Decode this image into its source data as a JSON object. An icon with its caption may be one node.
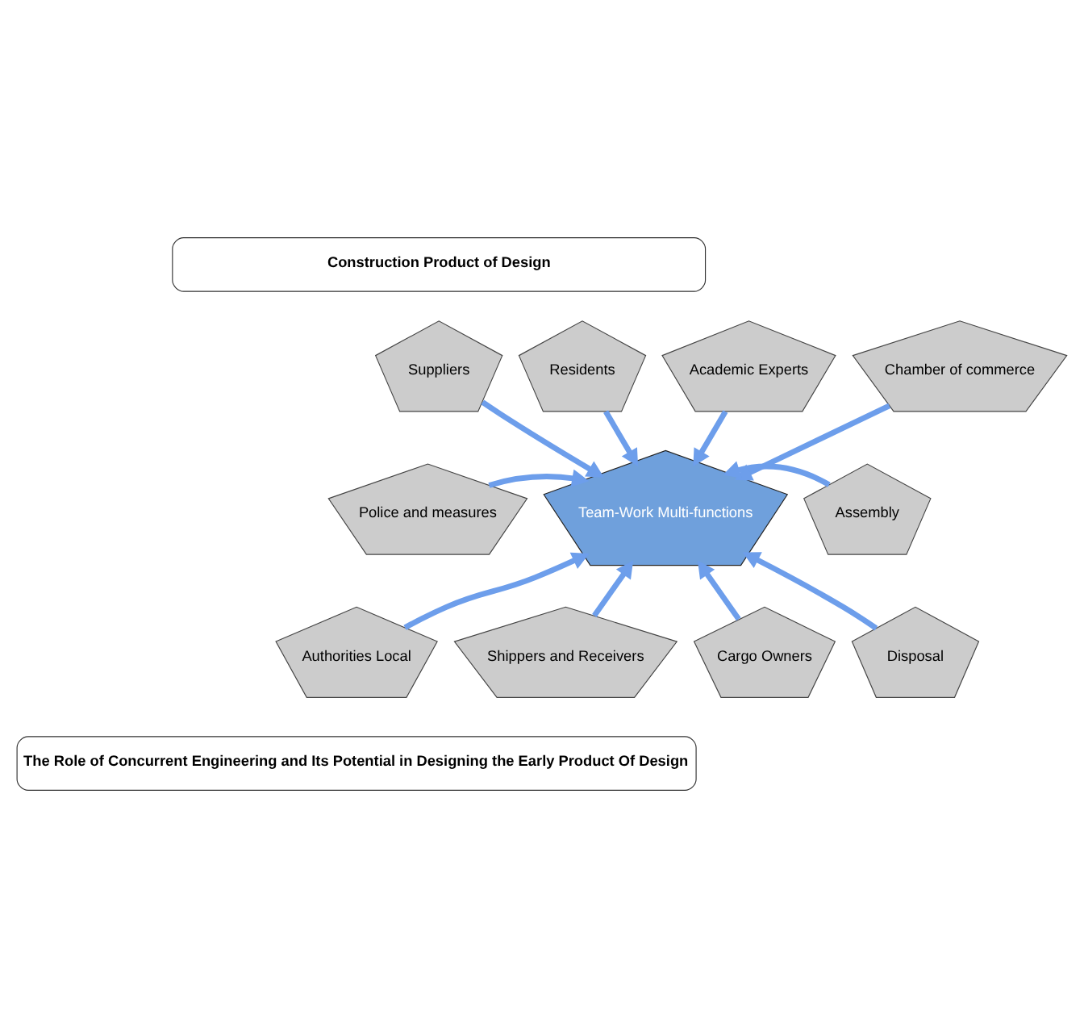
{
  "diagram": {
    "nodes": [
      {
        "text": [
          "Construction Product of Design"
        ]
      },
      {
        "text": [
          "Suppliers"
        ]
      },
      {
        "text": [
          "Residents"
        ]
      },
      {
        "text": [
          "Academic Experts"
        ]
      },
      {
        "text": [
          "Chamber of commerce"
        ]
      },
      {
        "text": [
          "Police and measures"
        ]
      },
      {
        "text": [
          "Team-Work Multi-functions"
        ]
      },
      {
        "text": [
          "Assembly"
        ]
      },
      {
        "text": [
          "Authorities Local"
        ]
      },
      {
        "text": [
          "Shippers and Receivers"
        ]
      },
      {
        "text": [
          "Cargo Owners"
        ]
      },
      {
        "text": [
          "Disposal"
        ]
      },
      {
        "text": [
          "The Role of Concurrent Engineering and Its Potential in Designing the Early Product Of Design"
        ]
      }
    ],
    "edges": [
      {
        "from": 1,
        "to": 6,
        "arrow": "to"
      },
      {
        "from": 2,
        "to": 6,
        "arrow": "to"
      },
      {
        "from": 3,
        "to": 6,
        "arrow": "to"
      },
      {
        "from": 4,
        "to": 6,
        "arrow": "to"
      },
      {
        "from": 5,
        "to": 6,
        "arrow": "to"
      },
      {
        "from": 7,
        "to": 6,
        "arrow": "to"
      },
      {
        "from": 8,
        "to": 6,
        "arrow": "to"
      },
      {
        "from": 9,
        "to": 6,
        "arrow": "to"
      },
      {
        "from": 10,
        "to": 6,
        "arrow": "to"
      },
      {
        "from": 11,
        "to": 6,
        "arrow": "to"
      }
    ]
  }
}
